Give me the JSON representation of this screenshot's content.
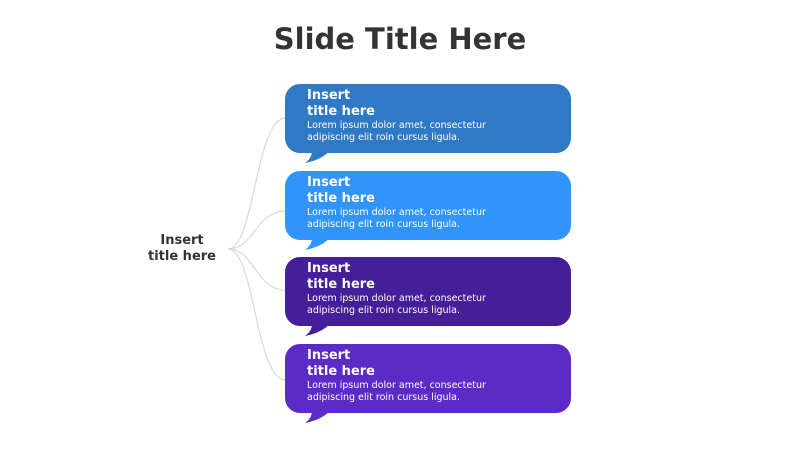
{
  "slide": {
    "title": "Slide Title Here"
  },
  "center": {
    "title_line1": "Insert",
    "title_line2": "title here"
  },
  "items": [
    {
      "title_line1": "Insert",
      "title_line2": "title here",
      "body_line1": "Lorem ipsum dolor amet, consectetur",
      "body_line2": "adipiscing elit roin cursus ligula.",
      "color": "#3079C4"
    },
    {
      "title_line1": "Insert",
      "title_line2": "title here",
      "body_line1": "Lorem ipsum dolor amet, consectetur",
      "body_line2": "adipiscing elit roin cursus ligula.",
      "color": "#3194F8"
    },
    {
      "title_line1": "Insert",
      "title_line2": "title here",
      "body_line1": "Lorem ipsum dolor amet, consectetur",
      "body_line2": "adipiscing elit roin cursus ligula.",
      "color": "#451E99"
    },
    {
      "title_line1": "Insert",
      "title_line2": "title here",
      "body_line1": "Lorem ipsum dolor amet, consectetur",
      "body_line2": "adipiscing elit roin cursus ligula.",
      "color": "#5C2AC4"
    }
  ]
}
